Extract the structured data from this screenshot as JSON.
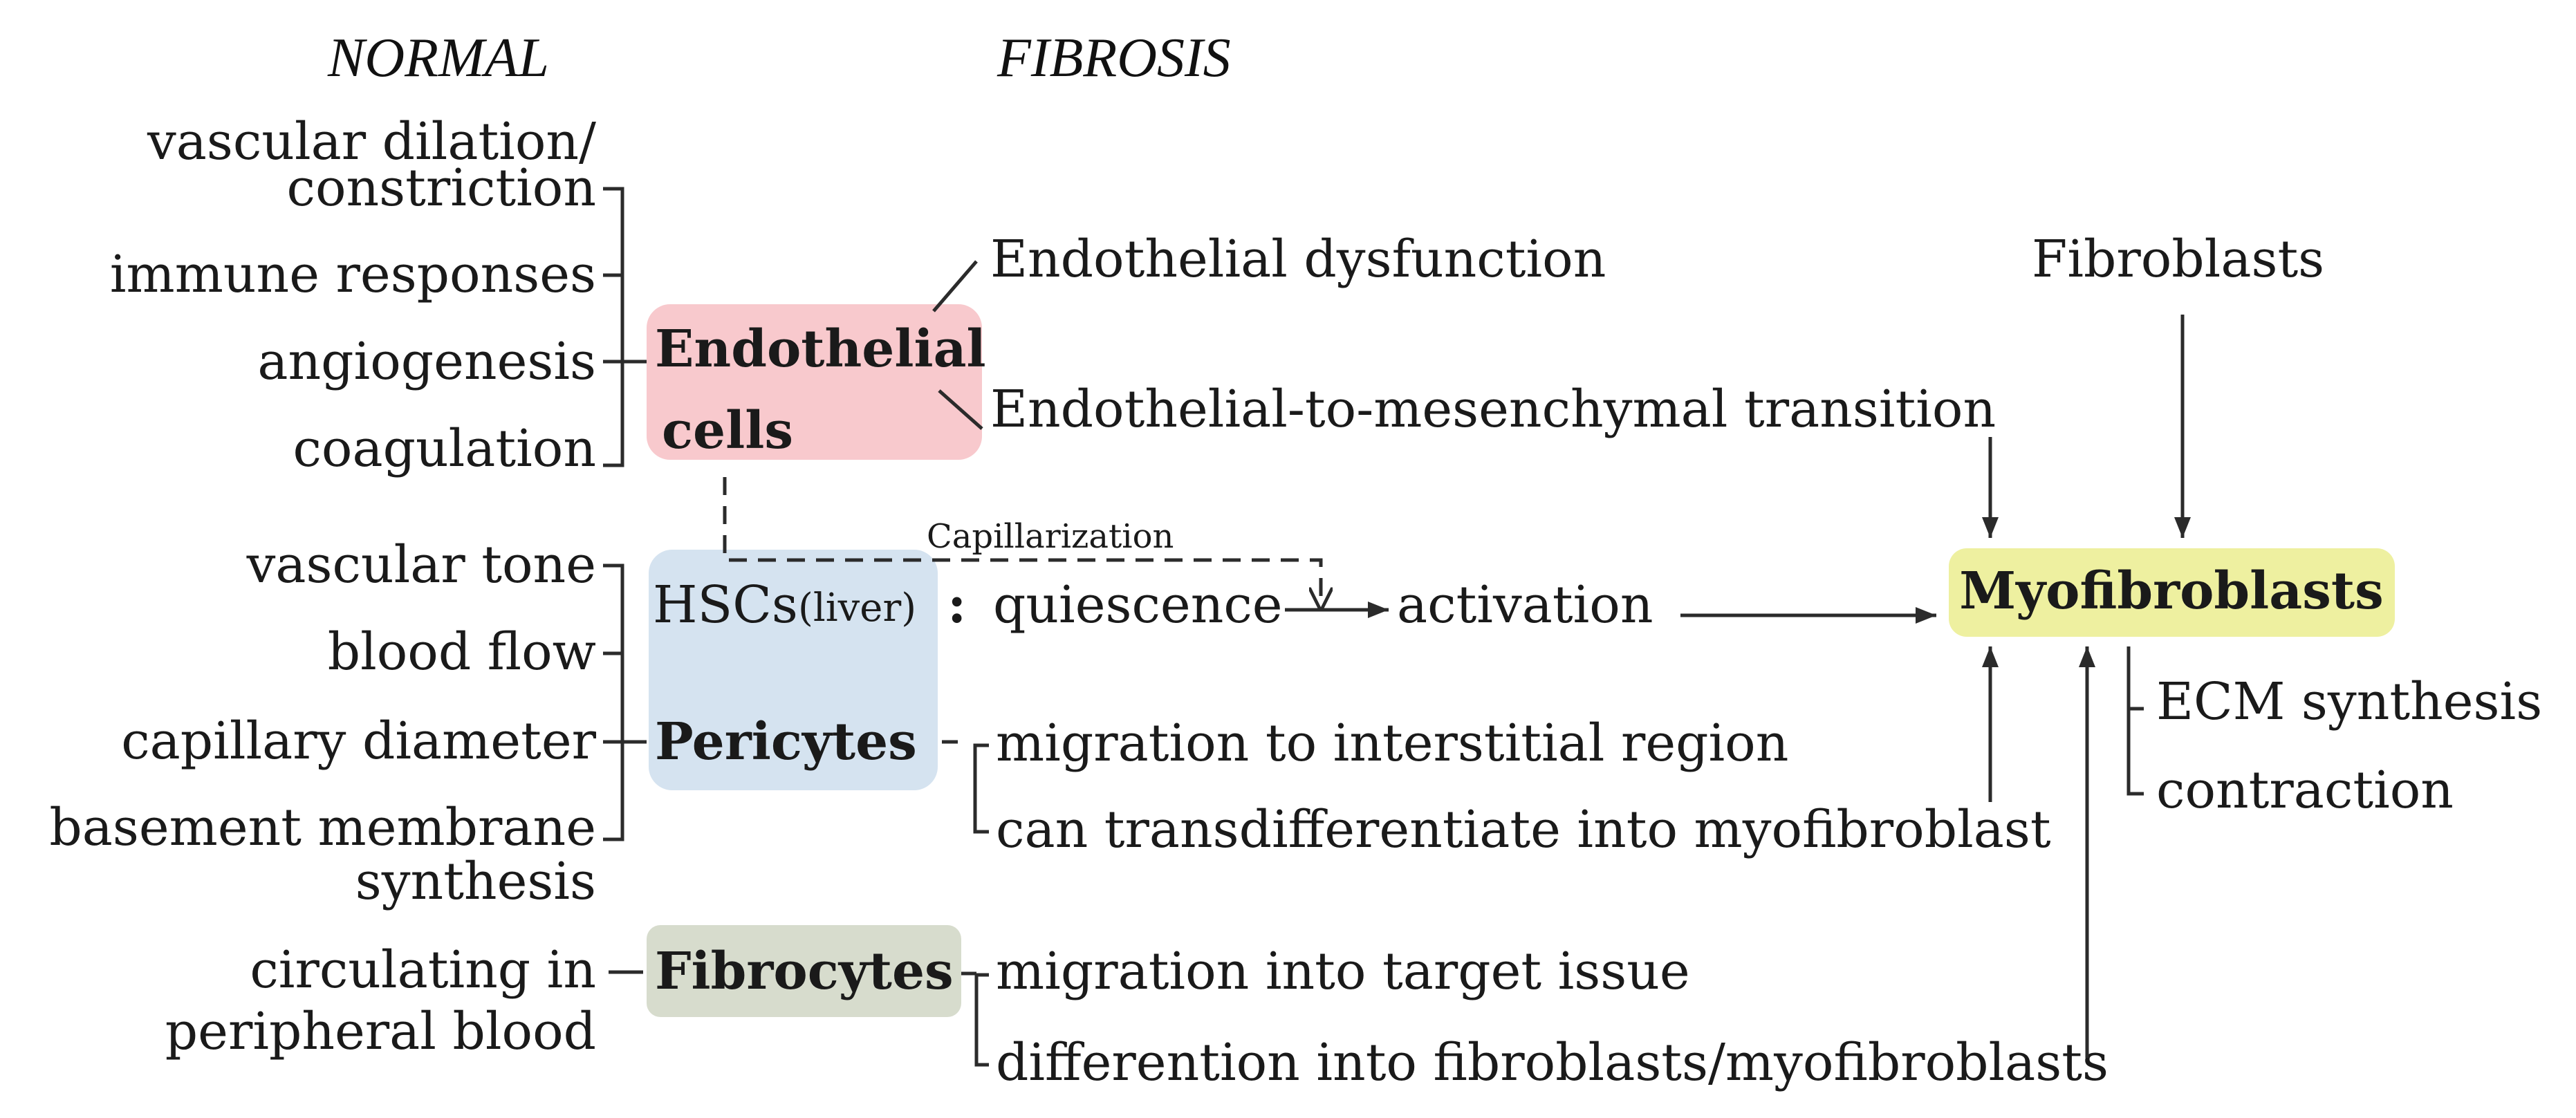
{
  "headings": {
    "normal": "NORMAL",
    "fibrosis": "FIBROSIS"
  },
  "endothelial": {
    "label_line1": "Endothelial",
    "label_line2": "cells",
    "normal_functions": [
      "vascular dilation/",
      "constriction",
      "immune responses",
      "angiogenesis",
      "coagulation"
    ],
    "outcome_1": "Endothelial dysfunction",
    "outcome_2": "Endothelial-to-mesenchymal transition"
  },
  "capillarization": "Capillarization",
  "hsc": {
    "label": "HSCs",
    "qualifier": "(liver)",
    "separator": ":",
    "quiescence": "quiescence",
    "activation": "activation"
  },
  "pericytes": {
    "label": "Pericytes",
    "normal_functions": [
      "vascular tone",
      "blood flow",
      "capillary diameter",
      "basement membrane",
      "synthesis"
    ],
    "outcome_1": "migration to interstitial region",
    "outcome_2": "can transdifferentiate into myofibroblast"
  },
  "fibrocytes": {
    "label": "Fibrocytes",
    "normal_functions": [
      "circulating in",
      "peripheral blood"
    ],
    "outcome_1": "migration into target issue",
    "outcome_2": "differention into fibroblasts/myofibroblasts"
  },
  "fibroblasts": "Fibroblasts",
  "myofibroblasts": {
    "label": "Myofibroblasts",
    "outcome_1": "ECM synthesis",
    "outcome_2": "contraction"
  },
  "colors": {
    "endothelial_box": "#f8c9cd",
    "endothelial_text": "#8b1a2e",
    "pericytes_box": "#d5e3f0",
    "pericytes_text": "#1f3a60",
    "fibrocytes_box": "#d7dccd",
    "fibrocytes_text": "#2e3a1e",
    "myofibroblasts_box": "#eef0a0",
    "myofibroblasts_text": "#5a6a1e"
  }
}
